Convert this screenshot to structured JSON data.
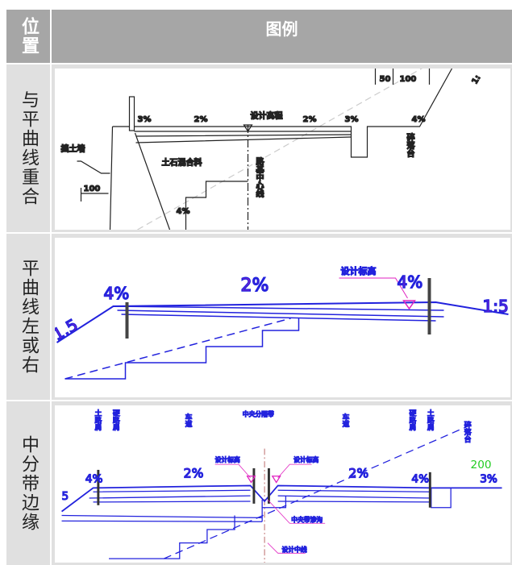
{
  "header": {
    "position": "位置",
    "legend": "图例"
  },
  "rows": [
    {
      "position": "与平曲线重合",
      "labels": {
        "wall": "挡土墙",
        "fill": "土石混合料",
        "centerline": "路基中心线",
        "design_elev": "设计高程",
        "platform": "碎落台",
        "slope_l": "3%",
        "cross_l": "2%",
        "cross_r": "2%",
        "slope_r": "3%",
        "slope_out": "4%",
        "step": "4%",
        "dim1": "100",
        "dim50": "50",
        "dim100": "100",
        "ratio": "1:"
      }
    },
    {
      "position": "平曲线左或右",
      "labels": {
        "shoulder": "4%",
        "cross": "2%",
        "design_elev": "设计标高",
        "superelev": "4%",
        "ratio_r": "1:5",
        "ratio_l": "1.5"
      }
    },
    {
      "position": "中分带边缘",
      "labels": {
        "shoulder_soil_l": "土路肩",
        "shoulder_hard_l": "硬路肩",
        "lane_l": "车道",
        "median": "中央分隔带",
        "lane_r": "车道",
        "shoulder_hard_r": "硬路肩",
        "shoulder_soil_r": "土路肩",
        "platform": "碎落台",
        "design_elev_l": "设计标高",
        "design_elev_r": "设计标高",
        "slope_l": "4%",
        "cross_l": "2%",
        "cross_r": "2%",
        "slope_r": "4%",
        "dim": "200",
        "out": "3%",
        "drain": "中央带渗沟",
        "centerline": "设计中线",
        "ratio": "5"
      }
    }
  ]
}
